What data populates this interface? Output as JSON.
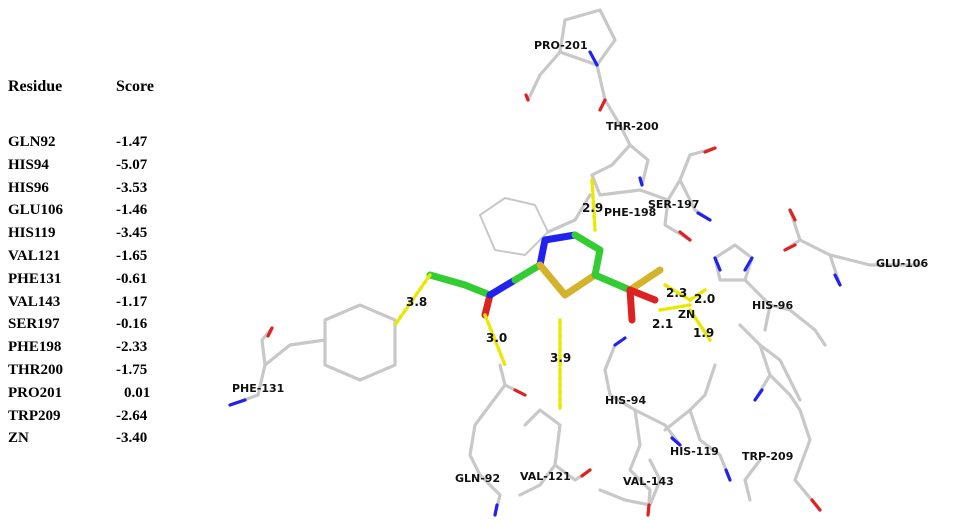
{
  "table": {
    "headers": {
      "residue": "Residue",
      "score": "Score"
    },
    "rows": [
      {
        "residue": "GLN92",
        "score": "-1.47"
      },
      {
        "residue": "HIS94",
        "score": "-5.07"
      },
      {
        "residue": "HIS96",
        "score": "-3.53"
      },
      {
        "residue": "GLU106",
        "score": "-1.46"
      },
      {
        "residue": "HIS119",
        "score": "-3.45"
      },
      {
        "residue": "VAL121",
        "score": "-1.65"
      },
      {
        "residue": "PHE131",
        "score": "-0.61"
      },
      {
        "residue": "VAL143",
        "score": "-1.17"
      },
      {
        "residue": "SER197",
        "score": "-0.16"
      },
      {
        "residue": "PHE198",
        "score": "-2.33"
      },
      {
        "residue": "THR200",
        "score": "-1.75"
      },
      {
        "residue": "PRO201",
        "score": "0.01"
      },
      {
        "residue": "TRP209",
        "score": "-2.64"
      },
      {
        "residue": "ZN",
        "score": "-3.40"
      }
    ]
  },
  "residue_labels": {
    "pro201": "PRO-201",
    "thr200": "THR-200",
    "phe198": "PHE-198",
    "ser197": "SER-197",
    "glu106": "GLU-106",
    "his96": "HIS-96",
    "zn": "ZN",
    "phe131": "PHE-131",
    "his94": "HIS-94",
    "his119": "HIS-119",
    "trp209": "TRP-209",
    "gln92": "GLN-92",
    "val121": "VAL-121",
    "val143": "VAL-143"
  },
  "distances": {
    "d_phe131": "3.8",
    "d_gln92": "3.0",
    "d_val121": "3.9",
    "d_thr200": "2.9",
    "d_zn_a": "2.3",
    "d_zn_b": "2.0",
    "d_zn_c": "2.1",
    "d_zn_d": "1.9"
  },
  "colors": {
    "carbon_protein": "#c8c8c8",
    "carbon_ligand": "#33cc33",
    "nitrogen": "#2222ee",
    "oxygen": "#dd2222",
    "sulfur": "#d4b22a",
    "hbond": "#e8e800"
  }
}
